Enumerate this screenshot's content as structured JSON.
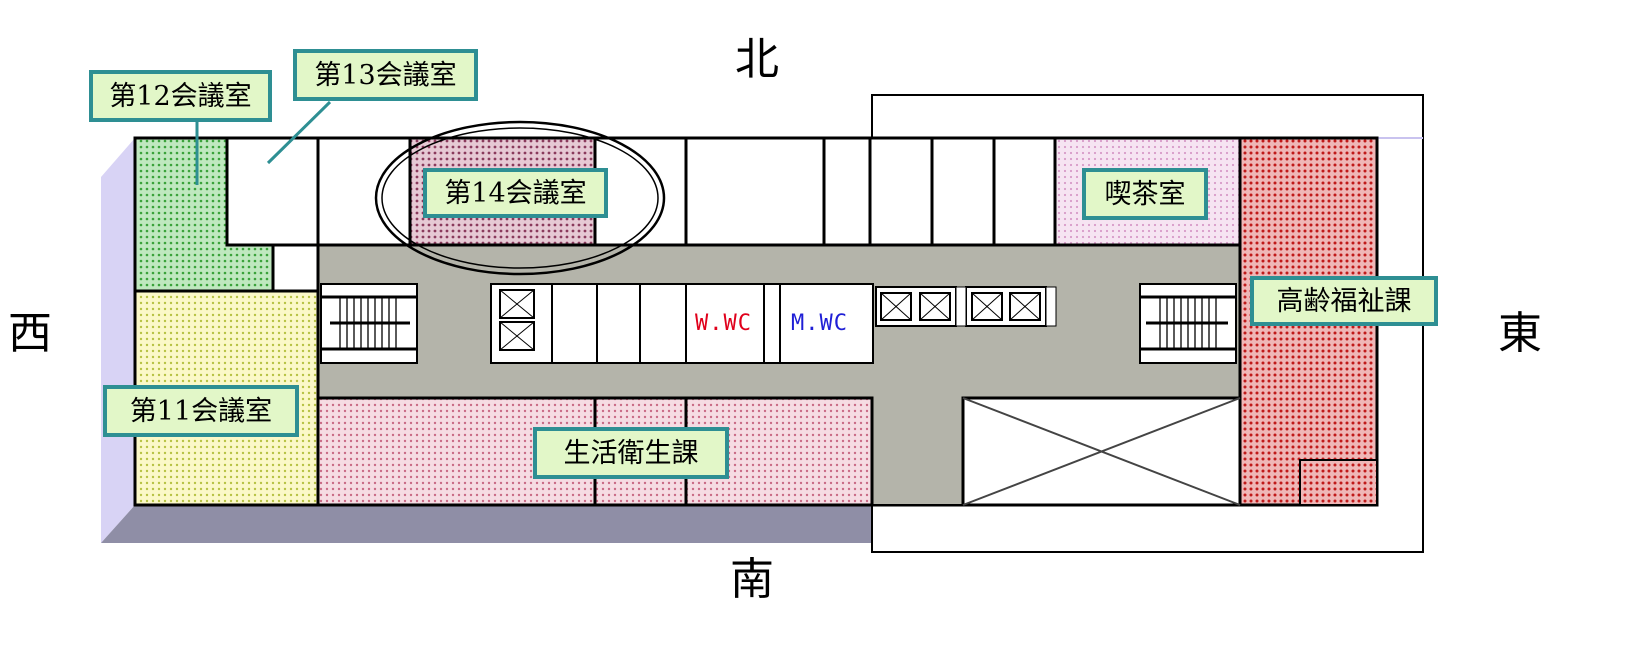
{
  "compass": {
    "north": "北",
    "south": "南",
    "west": "西",
    "east": "東"
  },
  "rooms": {
    "room12": "第12会議室",
    "room13": "第13会議室",
    "room14": "第14会議室",
    "room11": "第11会議室",
    "cafe": "喫茶室",
    "elderly_welfare": "高齢福祉課",
    "life_hygiene": "生活衛生課"
  },
  "restrooms": {
    "women": "W.WC",
    "men": "M.WC"
  },
  "colors": {
    "label_border": "#2e8f93",
    "label_fill": "#e2f7c8",
    "corridor": "#b4b4aa",
    "women_text": "#e0001b",
    "men_text": "#1f1fd6"
  }
}
